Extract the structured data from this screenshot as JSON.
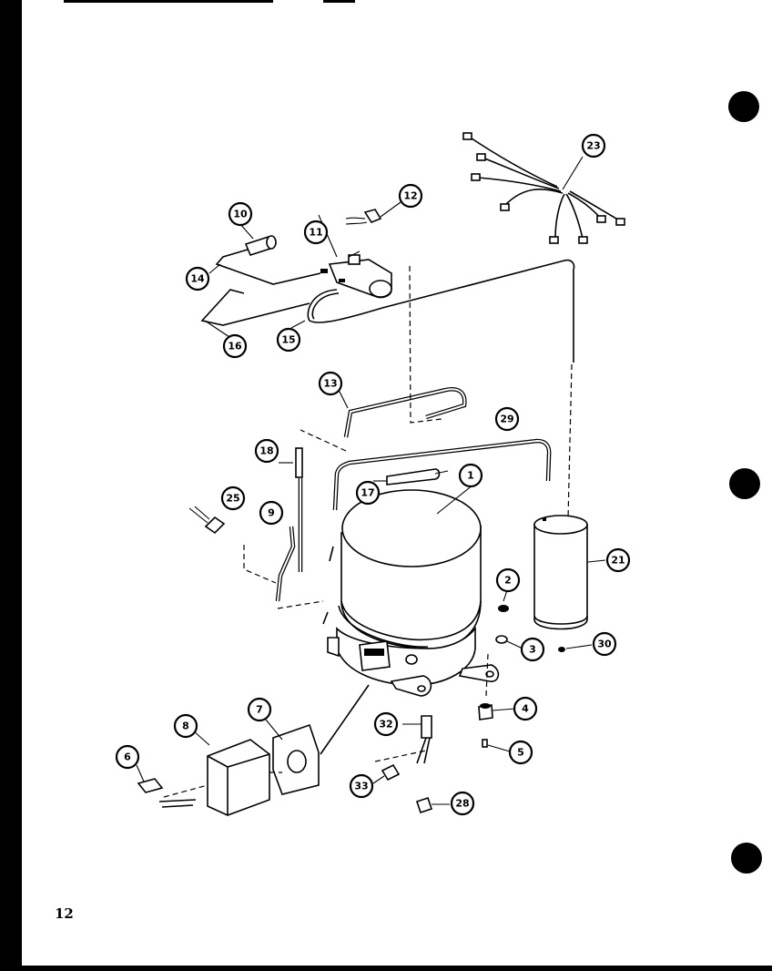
{
  "page_number": "12",
  "callouts": [
    "1",
    "2",
    "3",
    "4",
    "5",
    "6",
    "7",
    "8",
    "9",
    "10",
    "11",
    "12",
    "13",
    "14",
    "15",
    "16",
    "17",
    "18",
    "21",
    "23",
    "25",
    "28",
    "29",
    "30",
    "32",
    "33"
  ],
  "sheet_colors": {
    "paper": "#ffffff",
    "ink": "#000000"
  }
}
